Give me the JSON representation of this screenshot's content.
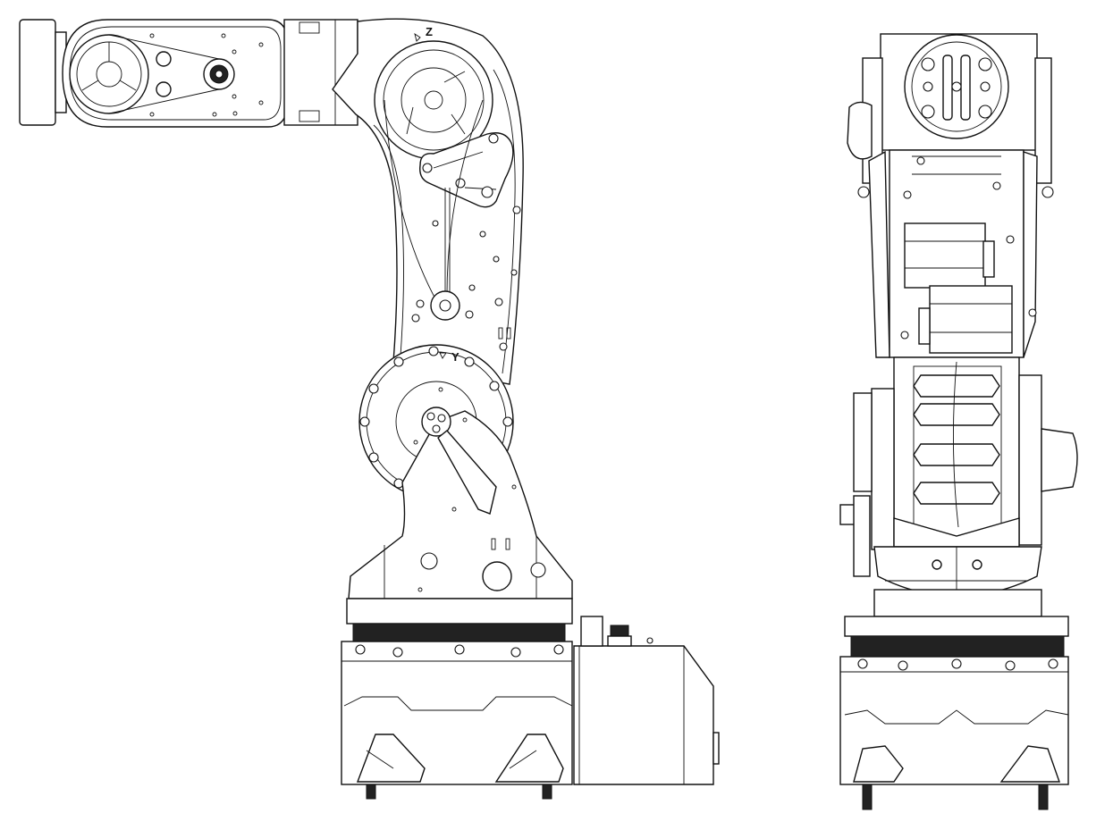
{
  "drawing": {
    "views": [
      "side-view",
      "front-view"
    ],
    "joint_labels": {
      "z": "Z",
      "y": "Y"
    },
    "line_color": "#111111",
    "background": "#ffffff"
  }
}
